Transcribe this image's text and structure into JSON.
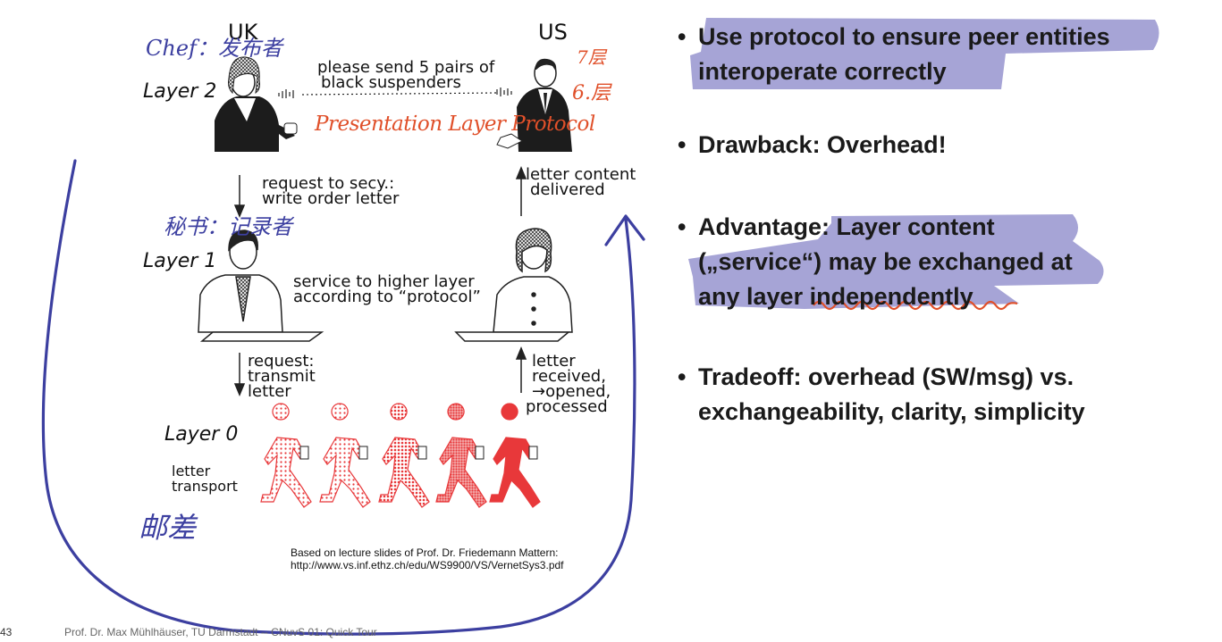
{
  "figure": {
    "uk_label": "UK",
    "us_label": "US",
    "layer2_label": "Layer 2",
    "layer1_label": "Layer 1",
    "layer0_label": "Layer 0",
    "message_line1": "please send 5 pairs of",
    "message_line2": "black suspenders",
    "request_secy_line1": "request to secy.:",
    "request_secy_line2": "write order letter",
    "content_delivered_line1": "letter content",
    "content_delivered_line2": "delivered",
    "service_line1": "service to higher layer",
    "service_line2": "according to “protocol”",
    "request_transmit_line1": "request:",
    "request_transmit_line2": "transmit",
    "request_transmit_line3": "letter",
    "received_line1": "letter",
    "received_line2": "received,",
    "received_line3": "→opened,",
    "received_line4": "processed",
    "transport_line1": "letter",
    "transport_line2": "transport",
    "credit_line1": "Based on lecture slides of Prof. Dr. Friedemann Mattern:",
    "credit_line2": "http://www.vs.inf.ethz.ch/edu/WS9900/VS/VernetSys3.pdf"
  },
  "annotations": {
    "chef": "Chef：发布者",
    "secretary": "秘书：记录者",
    "postman": "邮差",
    "count": "7层",
    "layer_count": "6.层",
    "presentation": "Presentation Layer Protocol"
  },
  "bullets": [
    {
      "marker": "•",
      "line1": "Use protocol to ensure peer entities",
      "line2": "interoperate correctly"
    },
    {
      "marker": "•",
      "line1": "Drawback: Overhead!"
    },
    {
      "marker": "•",
      "line1": "Advantage: Layer content",
      "line2": "(„service“) may be exchanged at",
      "line3": "any layer independently"
    },
    {
      "marker": "•",
      "line1": "Tradeoff: overhead (SW/msg) vs.",
      "line2": "exchangeability, clarity, simplicity"
    }
  ],
  "footer": {
    "page_number": "43",
    "text": "Prof. Dr. Max Mühlhäuser, TU Darmstadt -- CNuvS 01: Quick Tour"
  },
  "colors": {
    "highlight": "#a19fd4",
    "ink_blue": "#3c3fa0",
    "ink_red": "#e0502a",
    "runner_red": "#e8383a"
  }
}
